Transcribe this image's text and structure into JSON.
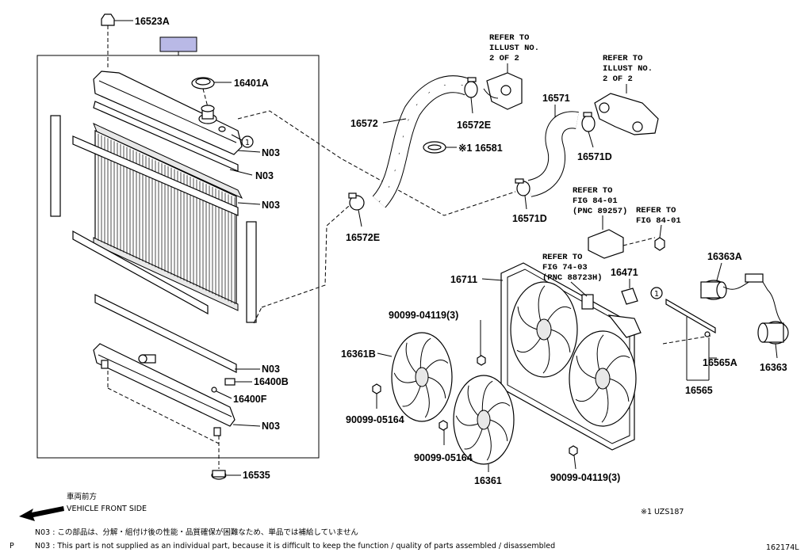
{
  "diagram": {
    "part_labels": {
      "p16523a": "16523A",
      "p16401a": "16401A",
      "n03_1": "N03",
      "n03_2": "N03",
      "n03_3": "N03",
      "n03_4": "N03",
      "n03_5": "N03",
      "p16400b": "16400B",
      "p16400f": "16400F",
      "p16535": "16535",
      "p16572": "16572",
      "p16572e_top": "16572E",
      "p16572e_bot": "16572E",
      "p16581": "※1 16581",
      "p16571": "16571",
      "p16571d_top": "16571D",
      "p16571d_bot": "16571D",
      "p16711": "16711",
      "p16471": "16471",
      "p16363a": "16363A",
      "p16363": "16363",
      "p16565a": "16565A",
      "p16565": "16565",
      "p16361b": "16361B",
      "p16361": "16361",
      "b04119_top": "90099-04119(3)",
      "b04119_bot": "90099-04119(3)",
      "b05164_left": "90099-05164",
      "b05164_mid": "90099-05164"
    },
    "callout": "1",
    "references": {
      "ref1": [
        "REFER TO",
        "ILLUST NO.",
        "2 OF 2"
      ],
      "ref2": [
        "REFER TO",
        "ILLUST NO.",
        "2 OF 2"
      ],
      "ref3": [
        "REFER TO",
        "FIG 84-01",
        "(PNC 89257)"
      ],
      "ref4": [
        "REFER TO",
        "FIG 84-01"
      ],
      "ref5": [
        "REFER TO",
        "FIG 74-03",
        "(PNC 88723H)"
      ]
    },
    "front_side_jp": "車両前方",
    "front_side_en": "VEHICLE FRONT SIDE",
    "applicability_note": "※1 UZS187",
    "note_jp": "N03 : この部品は、分解・組付け後の性能・品質確保が困難なため、単品では補給していません",
    "note_en": "N03 : This part is not supplied as an individual part, because it is difficult to keep the function / quality of parts assembled / disassembled",
    "corner_letter": "P",
    "illustration_id": "162174L",
    "highlight_color": "#b9b9e6"
  }
}
